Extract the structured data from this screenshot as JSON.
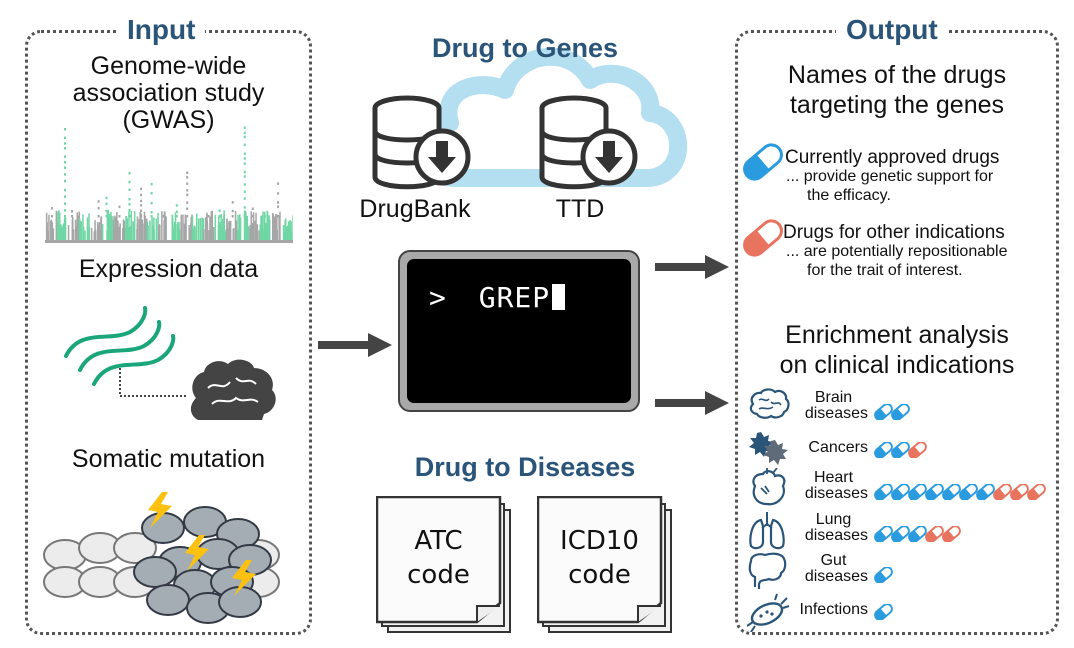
{
  "input": {
    "title": "Input",
    "gwas_label": [
      "Genome-wide",
      "association study",
      "(GWAS)"
    ],
    "expression_label": "Expression data",
    "somatic_label": "Somatic mutation"
  },
  "drug_to_genes": {
    "title": "Drug to Genes",
    "databases": [
      "DrugBank",
      "TTD"
    ]
  },
  "terminal": {
    "prompt": ">",
    "command": "GREP"
  },
  "drug_to_diseases": {
    "title": "Drug to Diseases",
    "documents": [
      {
        "line1": "ATC",
        "line2": "code"
      },
      {
        "line1": "ICD10",
        "line2": "code"
      }
    ]
  },
  "output": {
    "title": "Output",
    "names_heading": [
      "Names of the drugs",
      "targeting the genes"
    ],
    "legend": [
      {
        "title": "Currently approved drugs",
        "desc1": "... provide genetic support for",
        "desc2": "the efficacy.",
        "color": "#2b9be0"
      },
      {
        "title": "Drugs for other indications",
        "desc1": "... are potentially repositionable",
        "desc2": "for the trait of interest.",
        "color": "#e8735f"
      }
    ],
    "enrichment_heading": [
      "Enrichment analysis",
      "on clinical indications"
    ],
    "indications": [
      {
        "label1": "Brain",
        "label2": "diseases",
        "icon": "brain-icon",
        "approved": 2,
        "other": 0
      },
      {
        "label1": "Cancers",
        "label2": "",
        "icon": "cancer-cell-icon",
        "approved": 2,
        "other": 1
      },
      {
        "label1": "Heart",
        "label2": "diseases",
        "icon": "heart-icon",
        "approved": 7,
        "other": 3
      },
      {
        "label1": "Lung",
        "label2": "diseases",
        "icon": "lungs-icon",
        "approved": 3,
        "other": 2
      },
      {
        "label1": "Gut",
        "label2": "diseases",
        "icon": "intestine-icon",
        "approved": 1,
        "other": 0
      },
      {
        "label1": "Infections",
        "label2": "",
        "icon": "bacterium-icon",
        "approved": 1,
        "other": 0
      }
    ]
  },
  "colors": {
    "title_blue": "#2a5478",
    "gwas_green": "#6fd6a4",
    "gwas_gray": "#a6a6a6",
    "wave_green": "#1aa67a",
    "cloud_blue": "#b4dff0",
    "approved_blue": "#2b9be0",
    "other_red": "#e8735f",
    "icon_navy": "#2a5478",
    "bolt_yellow": "#fcc10f"
  }
}
